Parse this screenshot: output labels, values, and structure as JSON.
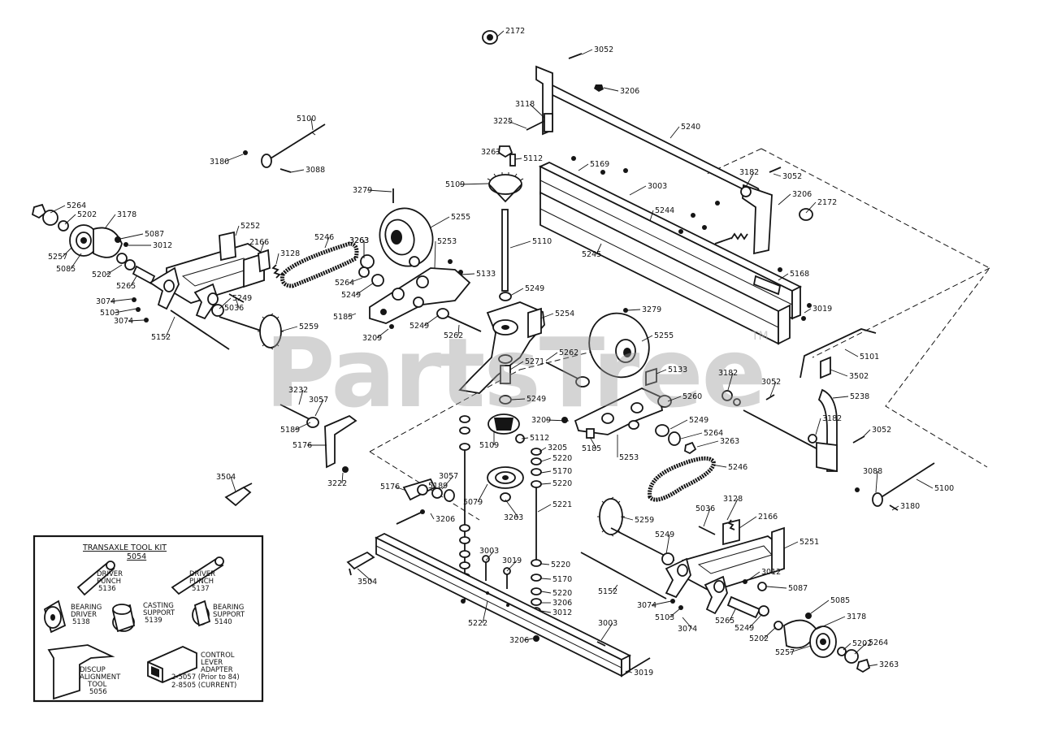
{
  "watermark": {
    "text": "PartsTree",
    "tm": "TM"
  },
  "part_labels": [
    {
      "id": "l2172a",
      "text": "2172"
    },
    {
      "id": "l3052a",
      "text": "3052"
    },
    {
      "id": "l3206a",
      "text": "3206"
    },
    {
      "id": "l3118",
      "text": "3118"
    },
    {
      "id": "l3225",
      "text": "3225"
    },
    {
      "id": "l5240",
      "text": "5240"
    },
    {
      "id": "l3263a",
      "text": "3263"
    },
    {
      "id": "l5112a",
      "text": "5112"
    },
    {
      "id": "l5169",
      "text": "5169"
    },
    {
      "id": "l5109a",
      "text": "5109"
    },
    {
      "id": "l3003a",
      "text": "3003"
    },
    {
      "id": "l3182a",
      "text": "3182"
    },
    {
      "id": "l3052b",
      "text": "3052"
    },
    {
      "id": "l3206b",
      "text": "3206"
    },
    {
      "id": "l2172b",
      "text": "2172"
    },
    {
      "id": "l5244",
      "text": "5244"
    },
    {
      "id": "l5245",
      "text": "5245"
    },
    {
      "id": "l5100a",
      "text": "5100"
    },
    {
      "id": "l3180a",
      "text": "3180"
    },
    {
      "id": "l3088a",
      "text": "3088"
    },
    {
      "id": "l3279a",
      "text": "3279"
    },
    {
      "id": "l5255a",
      "text": "5255"
    },
    {
      "id": "l5110",
      "text": "5110"
    },
    {
      "id": "l3263b",
      "text": "3263"
    },
    {
      "id": "l5264a",
      "text": "5264"
    },
    {
      "id": "l5202a",
      "text": "5202"
    },
    {
      "id": "l3178a",
      "text": "3178"
    },
    {
      "id": "l5087a",
      "text": "5087"
    },
    {
      "id": "l3012a",
      "text": "3012"
    },
    {
      "id": "l5257a",
      "text": "5257"
    },
    {
      "id": "l5085a",
      "text": "5085"
    },
    {
      "id": "l5202b",
      "text": "5202"
    },
    {
      "id": "l5252",
      "text": "5252"
    },
    {
      "id": "l2166a",
      "text": "2166"
    },
    {
      "id": "l3128a",
      "text": "3128"
    },
    {
      "id": "l5246a",
      "text": "5246"
    },
    {
      "id": "l3263c",
      "text": "3263"
    },
    {
      "id": "l5253a",
      "text": "5253"
    },
    {
      "id": "l5133a",
      "text": "5133"
    },
    {
      "id": "l5264b",
      "text": "5264"
    },
    {
      "id": "l5249a",
      "text": "5249"
    },
    {
      "id": "l5265a",
      "text": "5265"
    },
    {
      "id": "l5249b",
      "text": "5249"
    },
    {
      "id": "l5036a",
      "text": "5036"
    },
    {
      "id": "l3074a",
      "text": "3074"
    },
    {
      "id": "l5103a",
      "text": "5103"
    },
    {
      "id": "l3074b",
      "text": "3074"
    },
    {
      "id": "l5152a",
      "text": "5152"
    },
    {
      "id": "l5259a",
      "text": "5259"
    },
    {
      "id": "l5185a",
      "text": "5185"
    },
    {
      "id": "l3209a",
      "text": "3209"
    },
    {
      "id": "l5249c",
      "text": "5249"
    },
    {
      "id": "l5262a",
      "text": "5262"
    },
    {
      "id": "l5249d",
      "text": "5249"
    },
    {
      "id": "l5254",
      "text": "5254"
    },
    {
      "id": "l3279b",
      "text": "3279"
    },
    {
      "id": "l5168",
      "text": "5168"
    },
    {
      "id": "l3019a",
      "text": "3019"
    },
    {
      "id": "l5255b",
      "text": "5255"
    },
    {
      "id": "l5101",
      "text": "5101"
    },
    {
      "id": "l5262b",
      "text": "5262"
    },
    {
      "id": "l5133b",
      "text": "5133"
    },
    {
      "id": "l3182b",
      "text": "3182"
    },
    {
      "id": "l3052c",
      "text": "3052"
    },
    {
      "id": "l3502",
      "text": "3502"
    },
    {
      "id": "l5238",
      "text": "5238"
    },
    {
      "id": "l5271",
      "text": "5271"
    },
    {
      "id": "l5249e",
      "text": "5249"
    },
    {
      "id": "l5260",
      "text": "5260"
    },
    {
      "id": "l3232",
      "text": "3232"
    },
    {
      "id": "l3057a",
      "text": "3057"
    },
    {
      "id": "l5189a",
      "text": "5189"
    },
    {
      "id": "l3209b",
      "text": "3209"
    },
    {
      "id": "l5249f",
      "text": "5249"
    },
    {
      "id": "l3182c",
      "text": "3182"
    },
    {
      "id": "l3052d",
      "text": "3052"
    },
    {
      "id": "l5264c",
      "text": "5264"
    },
    {
      "id": "l5185b",
      "text": "5185"
    },
    {
      "id": "l5253b",
      "text": "5253"
    },
    {
      "id": "l3263d",
      "text": "3263"
    },
    {
      "id": "l5176a",
      "text": "5176"
    },
    {
      "id": "l5109b",
      "text": "5109"
    },
    {
      "id": "l5112b",
      "text": "5112"
    },
    {
      "id": "l3205",
      "text": "3205"
    },
    {
      "id": "l5220a",
      "text": "5220"
    },
    {
      "id": "l5170a",
      "text": "5170"
    },
    {
      "id": "l5220b",
      "text": "5220"
    },
    {
      "id": "l5246b",
      "text": "5246"
    },
    {
      "id": "l3088b",
      "text": "3088"
    },
    {
      "id": "l5100b",
      "text": "5100"
    },
    {
      "id": "l3180b",
      "text": "3180"
    },
    {
      "id": "l3504a",
      "text": "3504"
    },
    {
      "id": "l3222",
      "text": "3222"
    },
    {
      "id": "l5176b",
      "text": "5176"
    },
    {
      "id": "l5189b",
      "text": "5189"
    },
    {
      "id": "l3057b",
      "text": "3057"
    },
    {
      "id": "l5079",
      "text": "5079"
    },
    {
      "id": "l3263e",
      "text": "3263"
    },
    {
      "id": "l5221",
      "text": "5221"
    },
    {
      "id": "l3128b",
      "text": "3128"
    },
    {
      "id": "l5036b",
      "text": "5036"
    },
    {
      "id": "l2166b",
      "text": "2166"
    },
    {
      "id": "l5259b",
      "text": "5259"
    },
    {
      "id": "l3206c",
      "text": "3206"
    },
    {
      "id": "l5249g",
      "text": "5249"
    },
    {
      "id": "l5251",
      "text": "5251"
    },
    {
      "id": "l3003b",
      "text": "3003"
    },
    {
      "id": "l3019b",
      "text": "3019"
    },
    {
      "id": "l5220c",
      "text": "5220"
    },
    {
      "id": "l5170b",
      "text": "5170"
    },
    {
      "id": "l5220d",
      "text": "5220"
    },
    {
      "id": "l3206d",
      "text": "3206"
    },
    {
      "id": "l3012b",
      "text": "3012"
    },
    {
      "id": "l3504b",
      "text": "3504"
    },
    {
      "id": "l5152b",
      "text": "5152"
    },
    {
      "id": "l3012c",
      "text": "3012"
    },
    {
      "id": "l5087b",
      "text": "5087"
    },
    {
      "id": "l3074c",
      "text": "3074"
    },
    {
      "id": "l5103b",
      "text": "5103"
    },
    {
      "id": "l3074d",
      "text": "3074"
    },
    {
      "id": "l5265b",
      "text": "5265"
    },
    {
      "id": "l5249h",
      "text": "5249"
    },
    {
      "id": "l5085b",
      "text": "5085"
    },
    {
      "id": "l3178b",
      "text": "3178"
    },
    {
      "id": "l5222",
      "text": "5222"
    },
    {
      "id": "l3003c",
      "text": "3003"
    },
    {
      "id": "l5202c",
      "text": "5202"
    },
    {
      "id": "l5202d",
      "text": "5202"
    },
    {
      "id": "l5257b",
      "text": "5257"
    },
    {
      "id": "l5264d",
      "text": "5264"
    },
    {
      "id": "l3206e",
      "text": "3206"
    },
    {
      "id": "l3019c",
      "text": "3019"
    },
    {
      "id": "l3263f",
      "text": "3263"
    }
  ],
  "tool_kit": {
    "title_line1": "TRANSAXLE TOOL KIT",
    "title_line2": "5054",
    "items": [
      {
        "id": "punch5136",
        "lines": [
          "DRIVER",
          "PUNCH",
          "5136"
        ]
      },
      {
        "id": "punch5137",
        "lines": [
          "DRIVER",
          "PUNCH",
          "5137"
        ]
      },
      {
        "id": "driver5138",
        "lines": [
          "BEARING",
          "DRIVER",
          "5138"
        ]
      },
      {
        "id": "casting5139",
        "lines": [
          "CASTING",
          "SUPPORT",
          "5139"
        ]
      },
      {
        "id": "bearing5140",
        "lines": [
          "BEARING",
          "SUPPORT",
          "5140"
        ]
      },
      {
        "id": "disc5056",
        "lines": [
          "DISCUP",
          "ALIGNMENT",
          "TOOL",
          "5056"
        ]
      },
      {
        "id": "adapter",
        "lines": [
          "CONTROL",
          "LEVER",
          "ADAPTER",
          "2-5057 (Prior to 84)",
          "2-8505 (CURRENT)"
        ]
      }
    ]
  }
}
